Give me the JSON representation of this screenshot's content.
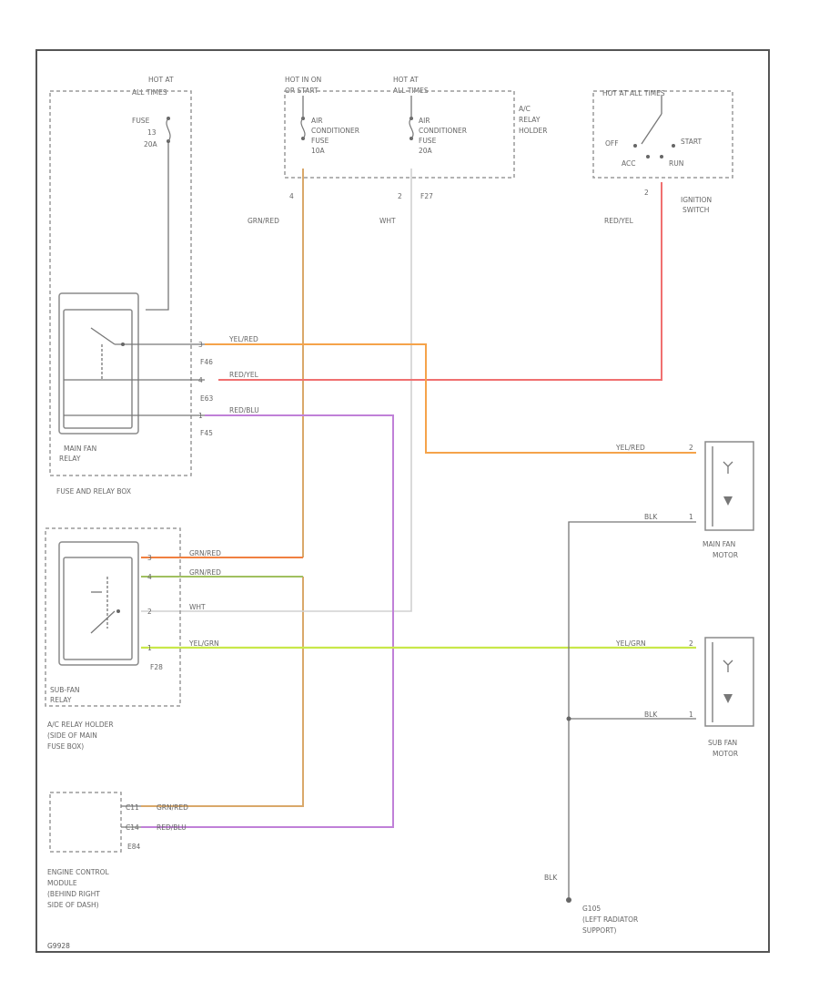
{
  "labels": {
    "hot1": [
      "HOT AT",
      "ALL TIMES"
    ],
    "fuse_main": [
      "FUSE",
      "13",
      "20A"
    ],
    "hot2": [
      "HOT IN ON",
      "OR START"
    ],
    "hot3": [
      "HOT AT",
      "ALL TIMES"
    ],
    "ac_fuse_1": [
      "AIR",
      "CONDITIONER",
      "FUSE",
      "10A"
    ],
    "ac_fuse_2": [
      "AIR",
      "CONDITIONER",
      "FUSE",
      "20A"
    ],
    "ac_relay_holder_top": [
      "A/C",
      "RELAY",
      "HOLDER"
    ],
    "hot_ign": "HOT AT ALL TIMES",
    "ign_off": "OFF",
    "ign_start": "START",
    "ign_acc": "ACC",
    "ign_run": "RUN",
    "ignition_switch": [
      "IGNITION",
      "SWITCH"
    ],
    "pin_4_top": "4",
    "pin_2_top": "2",
    "pin_2_ign": "2",
    "f27": "F27",
    "wire_grnred_top": "GRN/RED",
    "wire_wht_top": "WHT",
    "wire_redyel_top": "RED/YEL",
    "main_relay_pin_3": "3",
    "main_relay_pin_4": "4",
    "main_relay_pin_1": "1",
    "wire_yelred": "YEL/RED",
    "wire_redyel": "RED/YEL",
    "wire_redblu": "RED/BLU",
    "f46": "F46",
    "e63": "E63",
    "f45": "F45",
    "main_fan_relay": [
      "MAIN FAN",
      "RELAY"
    ],
    "fuse_relay_box": "FUSE AND RELAY BOX",
    "wire_yelred_motor": "YEL/RED",
    "mf_pin_2": "2",
    "mf_pin_1": "1",
    "wire_blk_mf": "BLK",
    "main_fan_motor": [
      "MAIN FAN",
      "MOTOR"
    ],
    "sub_pin_3": "3",
    "sub_pin_4": "4",
    "sub_pin_2": "2",
    "sub_pin_1": "1",
    "wire_grnred_sub1": "GRN/RED",
    "wire_grnred_sub2": "GRN/RED",
    "wire_wht_sub": "WHT",
    "wire_yelgrn": "YEL/GRN",
    "f28": "F28",
    "sub_fan_relay": [
      "SUB-FAN",
      "RELAY"
    ],
    "ac_relay_holder": [
      "A/C RELAY HOLDER",
      "(SIDE OF MAIN",
      "FUSE BOX)"
    ],
    "wire_yelgrn_motor": "YEL/GRN",
    "sf_pin_2": "2",
    "sf_pin_1": "1",
    "wire_blk_sf": "BLK",
    "sub_fan_motor": [
      "SUB FAN",
      "MOTOR"
    ],
    "ecm_pin_a": "C11",
    "ecm_pin_b": "C14",
    "wire_grnred_ecm": "GRN/RED",
    "wire_redblu_ecm": "RED/BLU",
    "e84": "E84",
    "ecm": [
      "ENGINE CONTROL",
      "MODULE",
      "(BEHIND RIGHT",
      "SIDE OF DASH)"
    ],
    "wire_blk_gnd": "BLK",
    "ground": [
      "G105",
      "(LEFT RADIATOR",
      "SUPPORT)"
    ],
    "figure_id": "G9928"
  },
  "colors": {
    "frame": "#555555",
    "grn_red": "#d9a86a",
    "wht": "#c8c8c8",
    "red_yel": "#f07070",
    "yel_red": "#f5a34a",
    "red_yel_main": "#f37840",
    "red_blu": "#c080d8",
    "grn_red_sub": "#f08040",
    "grn_red_sub2": "#a0c060",
    "yel_grn": "#c8e84a",
    "red_blu_ecm": "#e070e0",
    "blk": "#777777"
  }
}
